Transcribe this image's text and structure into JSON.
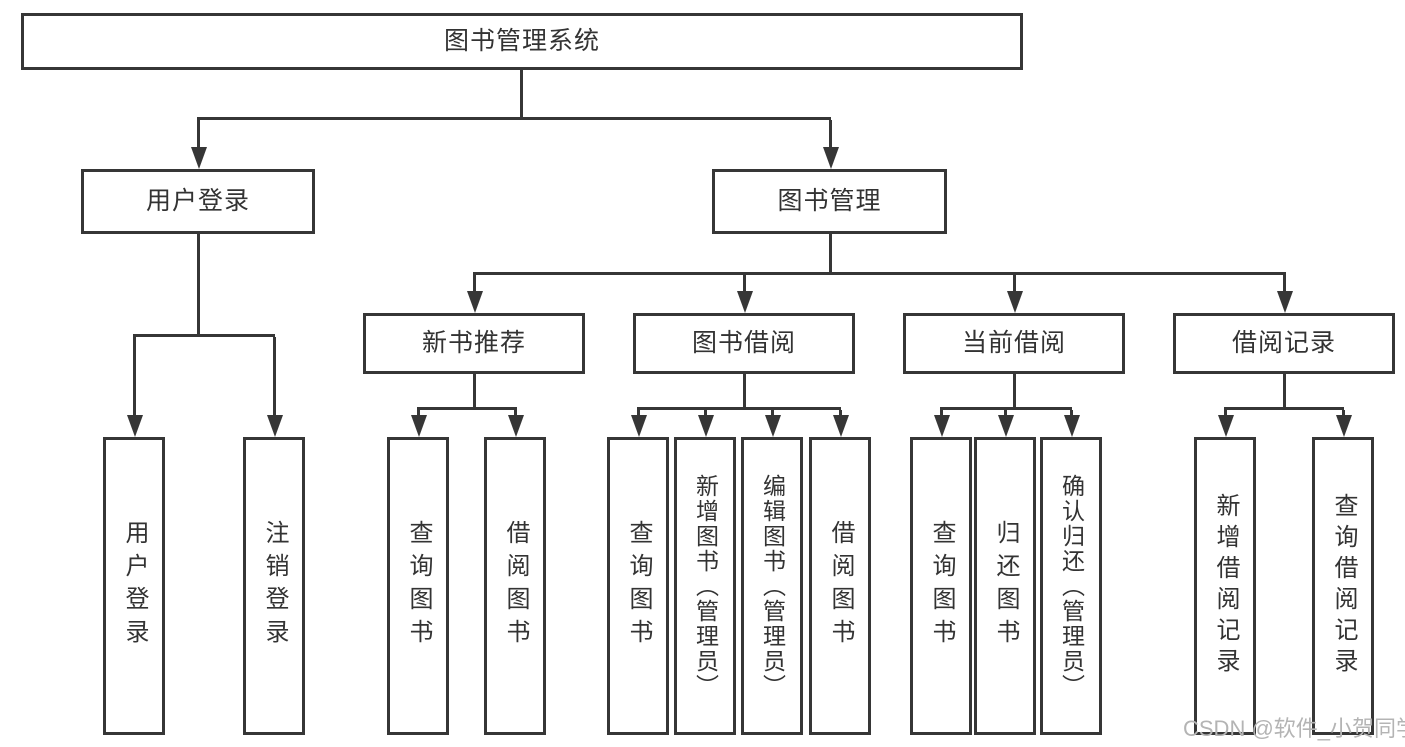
{
  "title": "图书管理系统",
  "tree": {
    "root": "图书管理系统",
    "children": [
      {
        "label": "用户登录",
        "children": [
          "用户登录",
          "注销登录"
        ]
      },
      {
        "label": "图书管理",
        "children": [
          {
            "label": "新书推荐",
            "children": [
              "查询图书",
              "借阅图书"
            ]
          },
          {
            "label": "图书借阅",
            "children": [
              "查询图书",
              "新增图书（管理员）",
              "编辑图书（管理员）",
              "借阅图书"
            ]
          },
          {
            "label": "当前借阅",
            "children": [
              "查询图书",
              "归还图书",
              "确认归还（管理员）"
            ]
          },
          {
            "label": "借阅记录",
            "children": [
              "新增借阅记录",
              "查询借阅记录"
            ]
          }
        ]
      }
    ]
  },
  "watermark": "CSDN @软件_小贺同学",
  "colors": {
    "line": "#363636",
    "text": "#333333",
    "watermark": "#b4b4b4",
    "background": "#ffffff"
  }
}
